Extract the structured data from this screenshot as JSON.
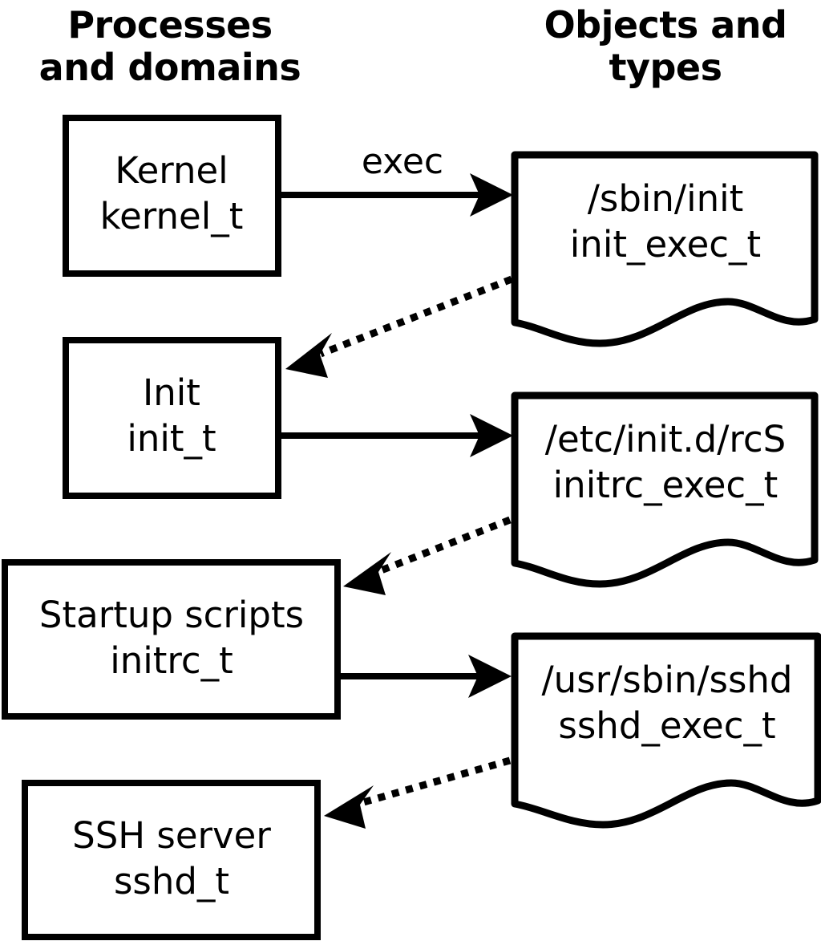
{
  "diagram": {
    "title_left": "Processes\nand domains",
    "title_right": "Objects and\ntypes",
    "columns": {
      "left": {
        "header_line1": "Processes",
        "header_line2": "and domains"
      },
      "right": {
        "header_line1": "Objects and",
        "header_line2": "types"
      }
    },
    "colors": {
      "stroke": "#000000",
      "fill": "#ffffff",
      "text": "#000000"
    },
    "process_nodes": [
      {
        "name_line1": "Kernel",
        "name_line2": "kernel_t"
      },
      {
        "name_line1": "Init",
        "name_line2": "init_t"
      },
      {
        "name_line1": "Startup scripts",
        "name_line2": "initrc_t"
      },
      {
        "name_line1": "SSH server",
        "name_line2": "sshd_t"
      }
    ],
    "object_nodes": [
      {
        "path": "/sbin/init",
        "type": "init_exec_t"
      },
      {
        "path": "/etc/init.d/rcS",
        "type": "initrc_exec_t"
      },
      {
        "path": "/usr/sbin/sshd",
        "type": "sshd_exec_t"
      }
    ],
    "edges": [
      {
        "label": "exec",
        "style": "solid",
        "from": "Kernel kernel_t",
        "to": "/sbin/init init_exec_t"
      },
      {
        "label": "",
        "style": "dotted",
        "from": "/sbin/init init_exec_t",
        "to": "Init init_t"
      },
      {
        "label": "",
        "style": "solid",
        "from": "Init init_t",
        "to": "/etc/init.d/rcS initrc_exec_t"
      },
      {
        "label": "",
        "style": "dotted",
        "from": "/etc/init.d/rcS initrc_exec_t",
        "to": "Startup scripts initrc_t"
      },
      {
        "label": "",
        "style": "solid",
        "from": "Startup scripts initrc_t",
        "to": "/usr/sbin/sshd sshd_exec_t"
      },
      {
        "label": "",
        "style": "dotted",
        "from": "/usr/sbin/sshd sshd_exec_t",
        "to": "SSH server sshd_t"
      }
    ]
  }
}
